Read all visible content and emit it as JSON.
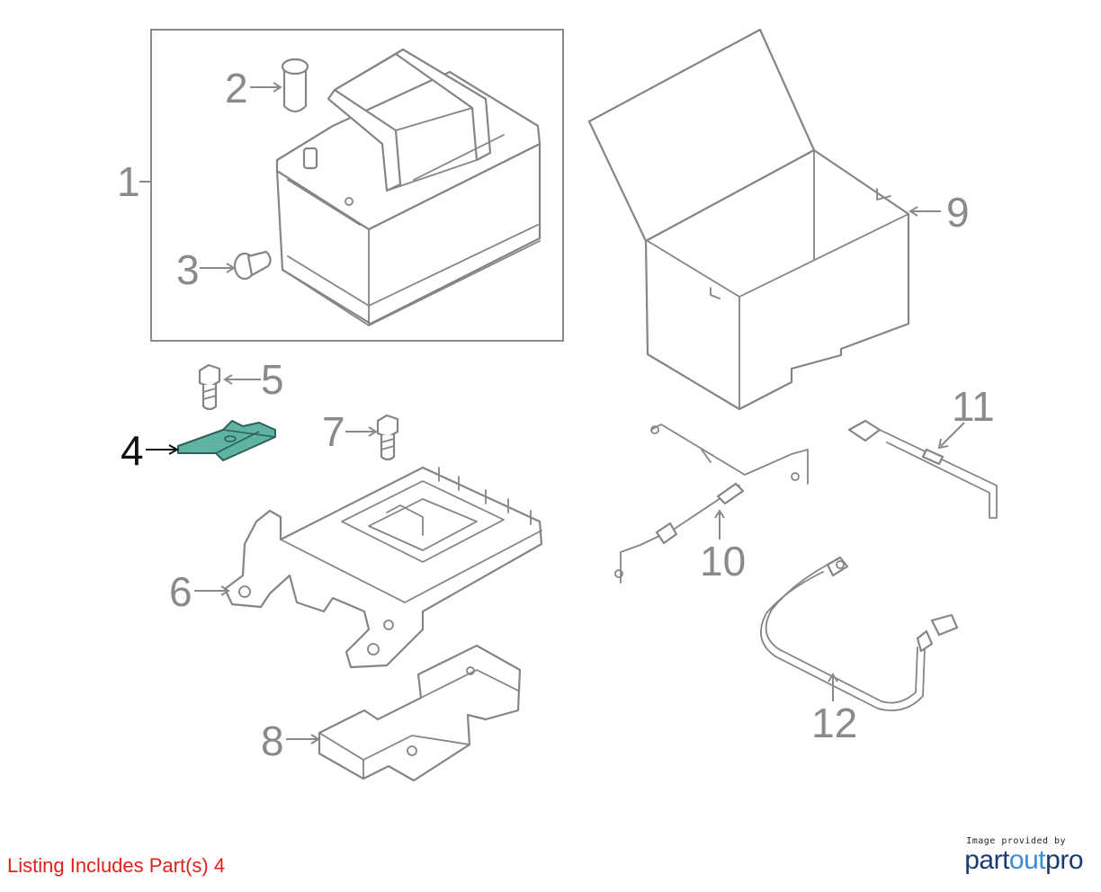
{
  "callouts": [
    {
      "id": "1",
      "label": "1",
      "highlighted": false
    },
    {
      "id": "2",
      "label": "2",
      "highlighted": false
    },
    {
      "id": "3",
      "label": "3",
      "highlighted": false
    },
    {
      "id": "4",
      "label": "4",
      "highlighted": true
    },
    {
      "id": "5",
      "label": "5",
      "highlighted": false
    },
    {
      "id": "6",
      "label": "6",
      "highlighted": false
    },
    {
      "id": "7",
      "label": "7",
      "highlighted": false
    },
    {
      "id": "8",
      "label": "8",
      "highlighted": false
    },
    {
      "id": "9",
      "label": "9",
      "highlighted": false
    },
    {
      "id": "10",
      "label": "10",
      "highlighted": false
    },
    {
      "id": "11",
      "label": "11",
      "highlighted": false
    },
    {
      "id": "12",
      "label": "12",
      "highlighted": false
    }
  ],
  "listing_note": "Listing Includes Part(s) 4",
  "provider": {
    "caption": "Image provided by",
    "logo_part": "part",
    "logo_out": "out",
    "logo_pro": "pro"
  },
  "colors": {
    "line_art": "#858585",
    "highlight_fill": "#5fb3a3",
    "listing_note": "#e0201a",
    "logo_dark": "#1d3b6e",
    "logo_light": "#3a8bd8"
  }
}
